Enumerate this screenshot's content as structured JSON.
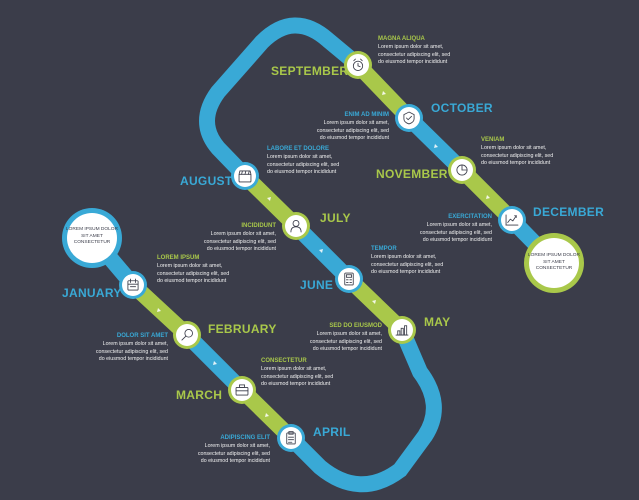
{
  "colors": {
    "background": "#3b3d4a",
    "blue": "#39a9d6",
    "green": "#a9c84a",
    "white": "#ffffff",
    "text": "#f2f2f2"
  },
  "start_label": "LOREM IPSUM DOLOR SIT AMET CONSECTETUR",
  "end_label": "LOREM IPSUM DOLOR SIT AMET CONSECTETUR",
  "months": [
    {
      "month": "JANUARY",
      "heading": "LOREM IPSUM",
      "body": [
        "Lorem ipsum dolor sit amet,",
        "consectetur adipiscing elit, sed",
        "do eiusmod tempor incididunt"
      ],
      "icon": "calendar-icon"
    },
    {
      "month": "FEBRUARY",
      "heading": "DOLOR SIT AMET",
      "body": [
        "Lorem ipsum dolor sit amet,",
        "consectetur adipiscing elit, sed",
        "do eiusmod tempor incididunt"
      ],
      "icon": "magnifier-icon"
    },
    {
      "month": "MARCH",
      "heading": "CONSECTETUR",
      "body": [
        "Lorem ipsum dolor sit amet,",
        "consectetur adipiscing elit, sed",
        "do eiusmod tempor incididunt"
      ],
      "icon": "briefcase-icon"
    },
    {
      "month": "APRIL",
      "heading": "ADIPISCING ELIT",
      "body": [
        "Lorem ipsum dolor sit amet,",
        "consectetur adipiscing elit, sed",
        "do eiusmod tempor incididunt"
      ],
      "icon": "clipboard-icon"
    },
    {
      "month": "MAY",
      "heading": "SED DO EIUSMOD",
      "body": [
        "Lorem ipsum dolor sit amet,",
        "consectetur adipiscing elit, sed",
        "do eiusmod tempor incididunt"
      ],
      "icon": "bar-chart-icon"
    },
    {
      "month": "JUNE",
      "heading": "TEMPOR",
      "body": [
        "Lorem ipsum dolor sit amet,",
        "consectetur adipiscing elit, sed",
        "do eiusmod tempor incididunt"
      ],
      "icon": "calculator-icon"
    },
    {
      "month": "JULY",
      "heading": "INCIDIDUNT",
      "body": [
        "Lorem ipsum dolor sit amet,",
        "consectetur adipiscing elit, sed",
        "do eiusmod tempor incididunt"
      ],
      "icon": "person-icon"
    },
    {
      "month": "AUGUST",
      "heading": "LABORE ET DOLORE",
      "body": [
        "Lorem ipsum dolor sit amet,",
        "consectetur adipiscing elit, sed",
        "do eiusmod tempor incididunt"
      ],
      "icon": "clapperboard-icon"
    },
    {
      "month": "SEPTEMBER",
      "heading": "MAGNA ALIQUA",
      "body": [
        "Lorem ipsum dolor sit amet,",
        "consectetur adipiscing elit, sed",
        "do eiusmod tempor incididunt"
      ],
      "icon": "alarm-clock-icon"
    },
    {
      "month": "OCTOBER",
      "heading": "ENIM AD MINIM",
      "body": [
        "Lorem ipsum dolor sit amet,",
        "consectetur adipiscing elit, sed",
        "do eiusmod tempor incididunt"
      ],
      "icon": "shield-check-icon"
    },
    {
      "month": "NOVEMBER",
      "heading": "VENIAM",
      "body": [
        "Lorem ipsum dolor sit amet,",
        "consectetur adipiscing elit, sed",
        "do eiusmod tempor incididunt"
      ],
      "icon": "pie-chart-icon"
    },
    {
      "month": "DECEMBER",
      "heading": "EXERCITATION",
      "body": [
        "Lorem ipsum dolor sit amet,",
        "consectetur adipiscing elit, sed",
        "do eiusmod tempor incididunt"
      ],
      "icon": "growth-chart-icon"
    }
  ]
}
